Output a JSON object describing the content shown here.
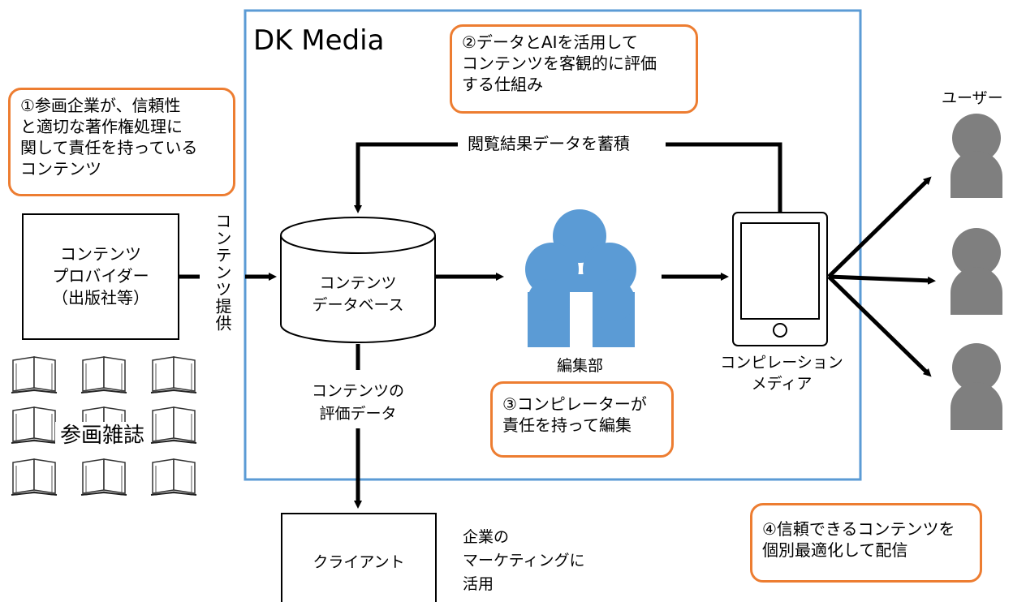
{
  "title": "DK Media",
  "notes": {
    "n1": "①参画企業が、信頼性\nと適切な著作権処理に\n関して責任を持っている\nコンテンツ",
    "n2": "②データとAIを活用して\nコンテンツを客観的に評価\nする仕組み",
    "n3": "③コンピレーターが\n責任を持って編集",
    "n4": "④信頼できるコンテンツを\n個別最適化して配信"
  },
  "provider": "コンテンツ\nプロバイダー\n（出版社等）",
  "provide_label": "コンテンツ提供",
  "magazines_label": "参画雑誌",
  "database": "コンテンツ\nデータベース",
  "feedback_label": "閲覧結果データを蓄積",
  "editorial": "編集部",
  "media": "コンピレーション\nメディア",
  "users_label": "ユーザー",
  "evaluation": "コンテンツの\n評価データ",
  "client": "クライアント",
  "client_use": "企業の\nマーケティングに\n活用",
  "colors": {
    "frame": "#5B9BD5",
    "note_border": "#ED7D31",
    "editor": "#5B9BD5",
    "user": "#7F7F7F"
  }
}
